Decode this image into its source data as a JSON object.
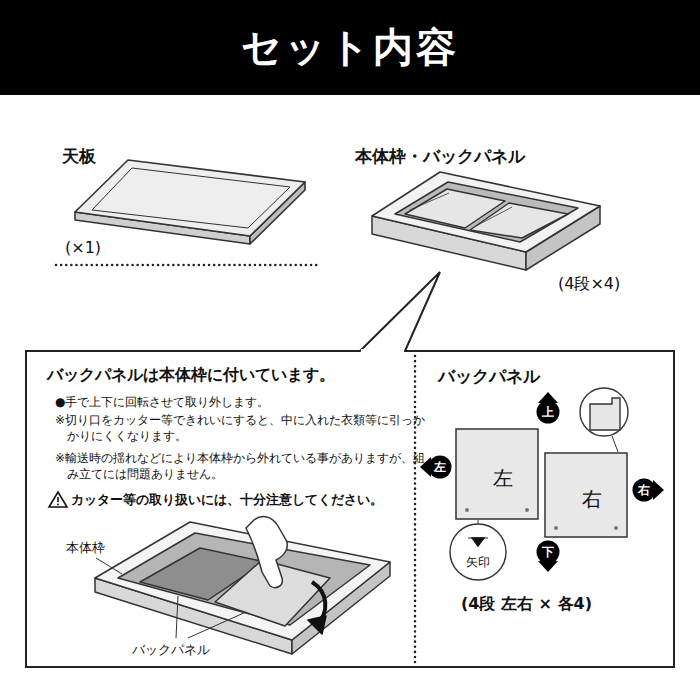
{
  "diagram": {
    "title": "セット内容",
    "nodes": [
      {
        "text": [
          "バックパネルは本体枠に付いています。",
          "●手で上下に回転させて取り外します。",
          "※切り口をカッター等できれいにすると、中に入れた衣類等に引っかかりにくくなります。",
          "※輸送時の揺れなどにより本体枠から外れている事がありますが、組み立てには問題ありません。",
          "カッター等の取り扱いには、十分注意してください。"
        ]
      },
      {
        "text": [
          "上"
        ],
        "in": 0
      },
      {
        "text": [
          "左"
        ],
        "in": 0
      },
      {
        "text": [
          "左"
        ],
        "in": 0
      },
      {
        "text": [
          "右"
        ],
        "in": 0
      },
      {
        "text": [
          "右"
        ],
        "in": 0
      },
      {
        "text": [
          "下"
        ],
        "in": 0
      }
    ],
    "labels": [
      "天板",
      "(×1)",
      "本体枠・バックパネル",
      "(4段×4)",
      "本体枠",
      "バックパネル",
      "バックパネル",
      "矢印",
      "(4段 左右 × 各4)"
    ]
  }
}
